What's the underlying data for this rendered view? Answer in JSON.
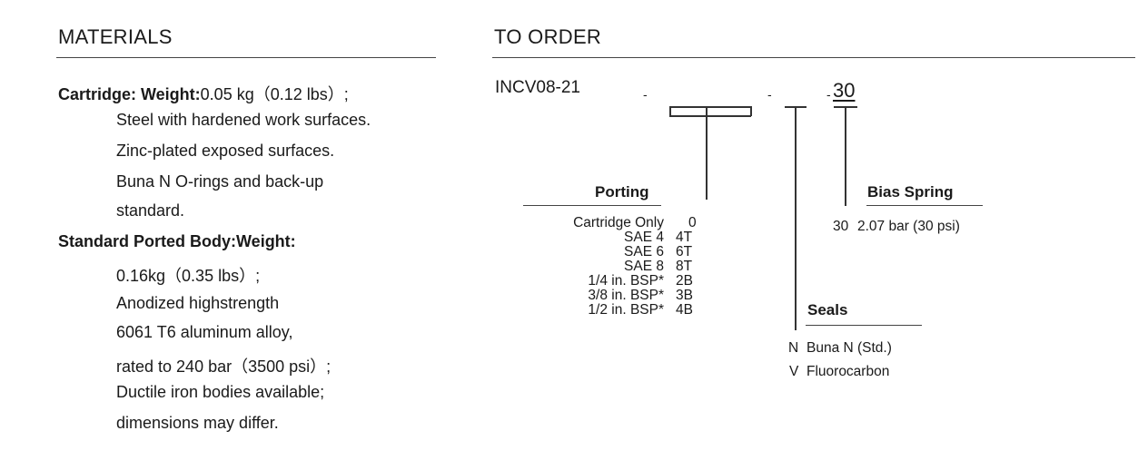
{
  "materials": {
    "title": "MATERIALS",
    "cartridge_label": "Cartridge: Weight:",
    "cartridge_weight": "0.05 kg（0.12 lbs）;",
    "cartridge_lines": [
      "Steel with hardened work surfaces.",
      "Zinc-plated exposed surfaces.",
      "Buna N O-rings and back-up",
      "standard."
    ],
    "body_label": "Standard Ported Body:Weight:",
    "body_lines": [
      "0.16kg（0.35 lbs）;",
      "Anodized highstrength",
      "6061 T6 aluminum alloy,",
      "rated to 240 bar（3500 psi）;",
      "Ductile iron bodies available;",
      "dimensions may differ."
    ]
  },
  "order": {
    "title": "TO ORDER",
    "model": "INCV08-21",
    "separator": "-",
    "fixed_code": "30",
    "porting": {
      "title": "Porting",
      "options": [
        {
          "label": "Cartridge Only",
          "code": "0"
        },
        {
          "label": "SAE 4",
          "code": "4T"
        },
        {
          "label": "SAE 6",
          "code": "6T"
        },
        {
          "label": "SAE 8",
          "code": "8T"
        },
        {
          "label": "1/4 in. BSP*",
          "code": "2B"
        },
        {
          "label": "3/8 in. BSP*",
          "code": "3B"
        },
        {
          "label": "1/2 in. BSP*",
          "code": "4B"
        }
      ]
    },
    "seals": {
      "title": "Seals",
      "options": [
        {
          "code": "N",
          "label": "Buna N (Std.)"
        },
        {
          "code": "V",
          "label": "Fluorocarbon"
        }
      ]
    },
    "bias_spring": {
      "title": "Bias Spring",
      "options": [
        {
          "code": "30",
          "label": "2.07 bar (30 psi)"
        }
      ]
    }
  }
}
